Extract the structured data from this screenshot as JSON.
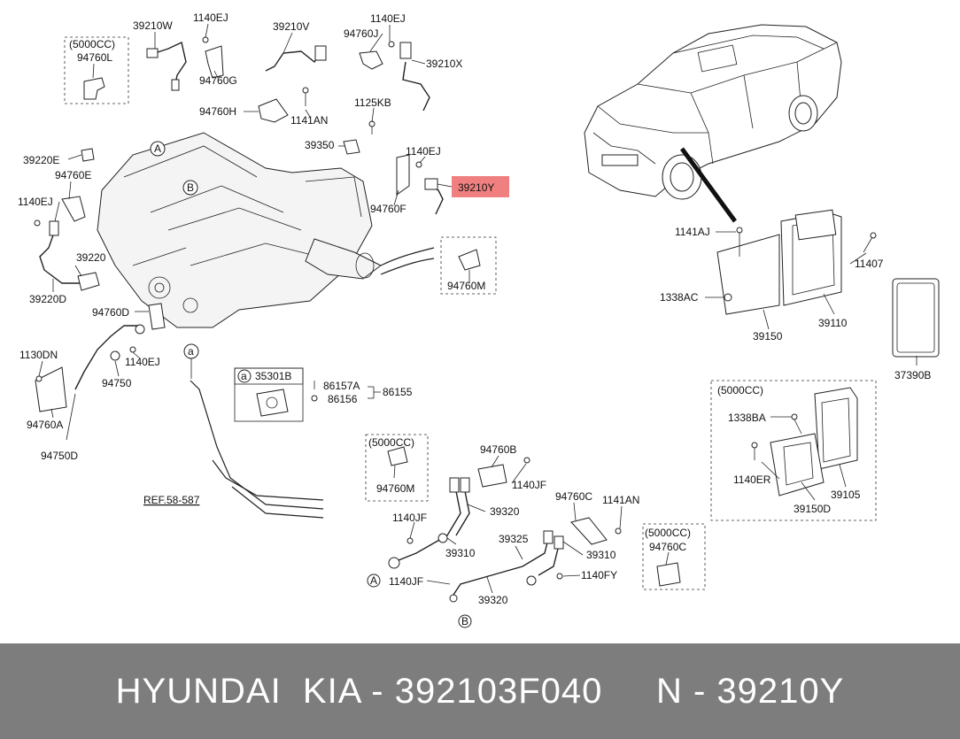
{
  "labels": {
    "l39210W": "39210W",
    "l1140EJ_a": "1140EJ",
    "l39210V": "39210V",
    "l1140EJ_b": "1140EJ",
    "l94760J": "94760J",
    "l39210X": "39210X",
    "l5000CC_a": "(5000CC)",
    "l94760L": "94760L",
    "l94760G": "94760G",
    "l94760H": "94760H",
    "l1141AN_a": "1141AN",
    "l1125KB": "1125KB",
    "l39350": "39350",
    "l1140EJ_c": "1140EJ",
    "l39210Y": "39210Y",
    "l94760F": "94760F",
    "l39220E": "39220E",
    "l94760E": "94760E",
    "l1140EJ_d": "1140EJ",
    "l39220": "39220",
    "l39220D": "39220D",
    "l94760M_a": "94760M",
    "l94760D": "94760D",
    "l1140EJ_e": "1140EJ",
    "l1130DN": "1130DN",
    "l94750": "94750",
    "l94760A": "94760A",
    "l94750D": "94750D",
    "l35301B": "35301B",
    "l86157A": "86157A",
    "l86155": "86155",
    "l86156": "86156",
    "lREF": "REF.58-587",
    "l5000CC_b": "(5000CC)",
    "l94760M_b": "94760M",
    "l94760B": "94760B",
    "l1140JF_a": "1140JF",
    "l39320_a": "39320",
    "l1140JF_b": "1140JF",
    "l39310_a": "39310",
    "l94760C_a": "94760C",
    "l1141AN_b": "1141AN",
    "l39325": "39325",
    "l39310_b": "39310",
    "l1140JF_c": "1140JF",
    "l1140FY": "1140FY",
    "l39320_b": "39320",
    "l5000CC_c": "(5000CC)",
    "l94760C_b": "94760C",
    "l1141AJ": "1141AJ",
    "l11407": "11407",
    "l1338AC": "1338AC",
    "l39150": "39150",
    "l39110": "39110",
    "l37390B": "37390B",
    "l5000CC_d": "(5000CC)",
    "l1338BA": "1338BA",
    "l1140ER": "1140ER",
    "l39150D": "39150D",
    "l39105": "39105"
  },
  "markers": {
    "a": "a",
    "A": "A",
    "B": "B"
  },
  "highlight": {
    "color": "#f08080",
    "part": "39210Y"
  },
  "footer": {
    "brand": "HYUNDAI  KIA - 392103F040",
    "code": "N - 39210Y",
    "background": "#7d7d7d"
  }
}
